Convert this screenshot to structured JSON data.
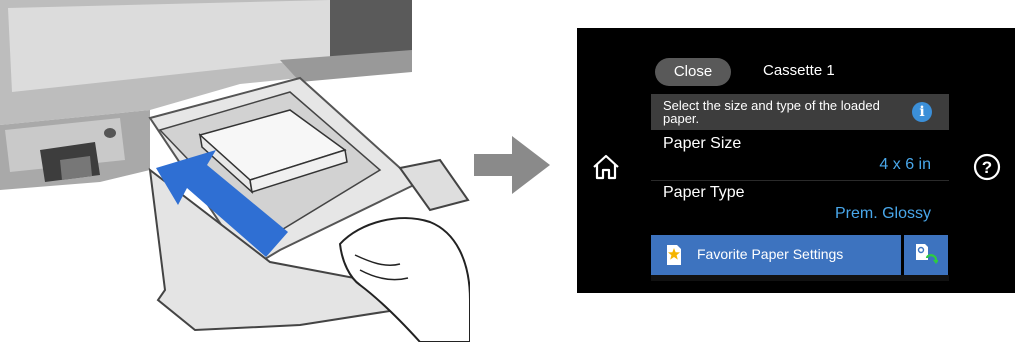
{
  "panel": {
    "close_label": "Close",
    "title": "Cassette 1",
    "instruction": "Select the size and type of the loaded paper.",
    "settings": [
      {
        "label": "Paper Size",
        "value": "4 x 6 in"
      },
      {
        "label": "Paper Type",
        "value": "Prem. Glossy"
      }
    ],
    "favorite_label": "Favorite Paper Settings",
    "help_symbol": "?",
    "info_symbol": "i"
  },
  "icons": {
    "home": "home-icon",
    "help": "help-icon",
    "info": "info-icon",
    "favorite": "favorite-star-document-icon",
    "doc_settings": "document-settings-undo-icon"
  },
  "colors": {
    "panel_bg": "#000000",
    "accent_blue": "#49a7ea",
    "button_blue": "#3d73bf",
    "arrow_gray": "#8a8a8a",
    "insert_arrow_blue": "#2f6fd3"
  }
}
